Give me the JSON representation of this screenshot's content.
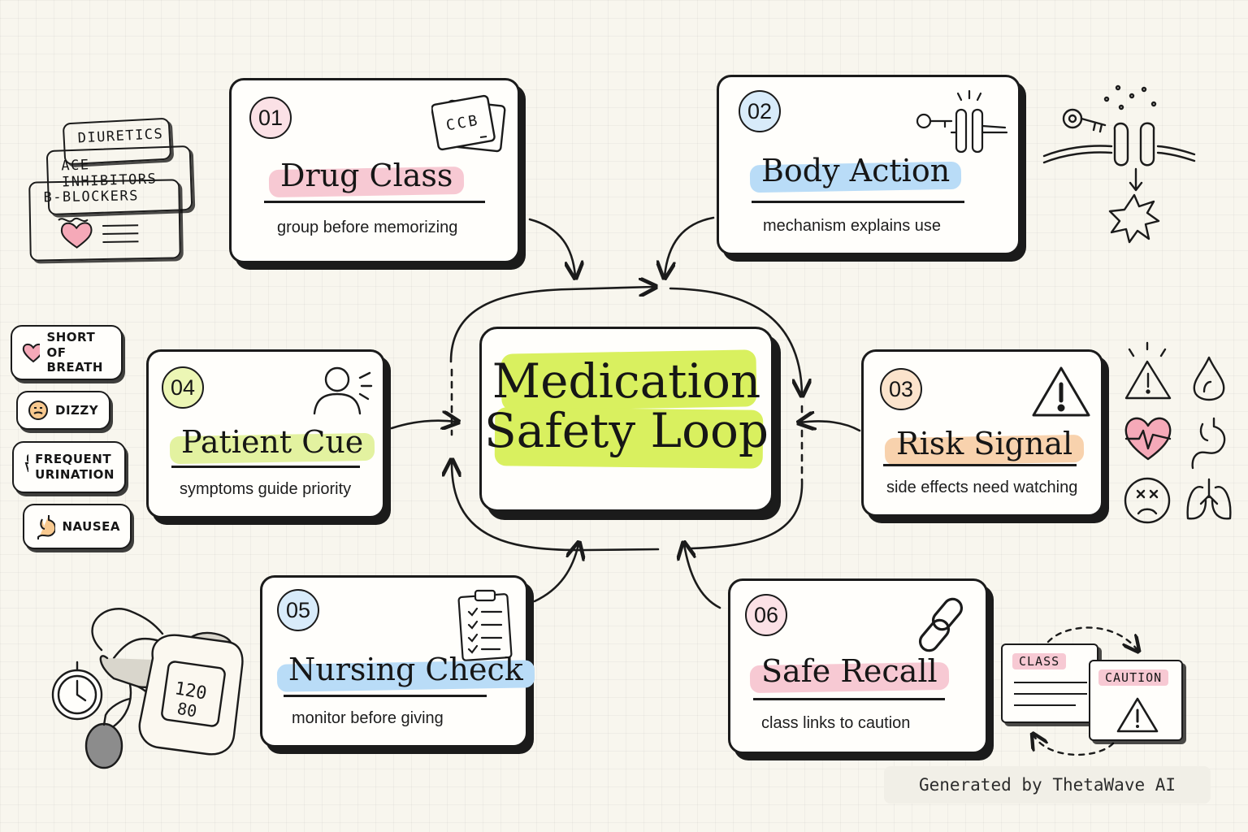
{
  "center": {
    "title_line1": "Medication",
    "title_line2": "Safety Loop",
    "highlight": "#d9f05f"
  },
  "cards": [
    {
      "id": "drug-class",
      "number": "01",
      "title": "Drug Class",
      "subtitle": "group before memorizing",
      "icon": "flashcards-icon",
      "icon_label": "CCB",
      "accent": "#f7c9d3",
      "number_fill": "#fbe1e6"
    },
    {
      "id": "body-action",
      "number": "02",
      "title": "Body Action",
      "subtitle": "mechanism explains use",
      "icon": "key-receptor-icon",
      "accent": "#b9dcf7",
      "number_fill": "#d8ebfa"
    },
    {
      "id": "risk-signal",
      "number": "03",
      "title": "Risk Signal",
      "subtitle": "side effects need watching",
      "icon": "warning-icon",
      "accent": "#f8d2ad",
      "number_fill": "#fbe3cc"
    },
    {
      "id": "patient-cue",
      "number": "04",
      "title": "Patient Cue",
      "subtitle": "symptoms guide priority",
      "icon": "patient-icon",
      "accent": "#e3f2a0",
      "number_fill": "#ecf6b5"
    },
    {
      "id": "nursing-check",
      "number": "05",
      "title": "Nursing Check",
      "subtitle": "monitor before giving",
      "icon": "clipboard-icon",
      "accent": "#b9dcf7",
      "number_fill": "#d8ebfa"
    },
    {
      "id": "safe-recall",
      "number": "06",
      "title": "Safe Recall",
      "subtitle": "class links to caution",
      "icon": "chain-link-icon",
      "accent": "#f7c9d3",
      "number_fill": "#fbe1e6"
    }
  ],
  "drug_tabs": [
    {
      "label": "Diuretics",
      "color": "#b9dcf7"
    },
    {
      "label": "ACE Inhibitors",
      "color": "#f8d2ad"
    },
    {
      "label": "β-Blockers",
      "color": "#fffefb"
    }
  ],
  "symptom_bubbles": [
    {
      "line1": "Short",
      "line2": "of breath",
      "icon": "heart-icon"
    },
    {
      "line1": "Dizzy",
      "line2": "",
      "icon": "dizzy-face-icon"
    },
    {
      "line1": "Frequent",
      "line2": "urination",
      "icon": "toilet-icon"
    },
    {
      "line1": "Nausea",
      "line2": "",
      "icon": "stomach-icon"
    }
  ],
  "recall_cards": {
    "class_label": "CLASS",
    "caution_label": "CAUTION"
  },
  "bp_monitor": {
    "reading1": "120",
    "reading2": "80"
  },
  "footer": {
    "text": "Generated by ThetaWave AI"
  },
  "icon_names": [
    "warning-small-icon",
    "droplet-icon",
    "heart-rate-icon",
    "stomach-icon",
    "sick-face-icon",
    "lungs-icon",
    "key-icon",
    "receptor-icon",
    "burst-icon",
    "blood-pressure-cuff-icon",
    "gauge-icon",
    "bulb-pump-icon"
  ]
}
